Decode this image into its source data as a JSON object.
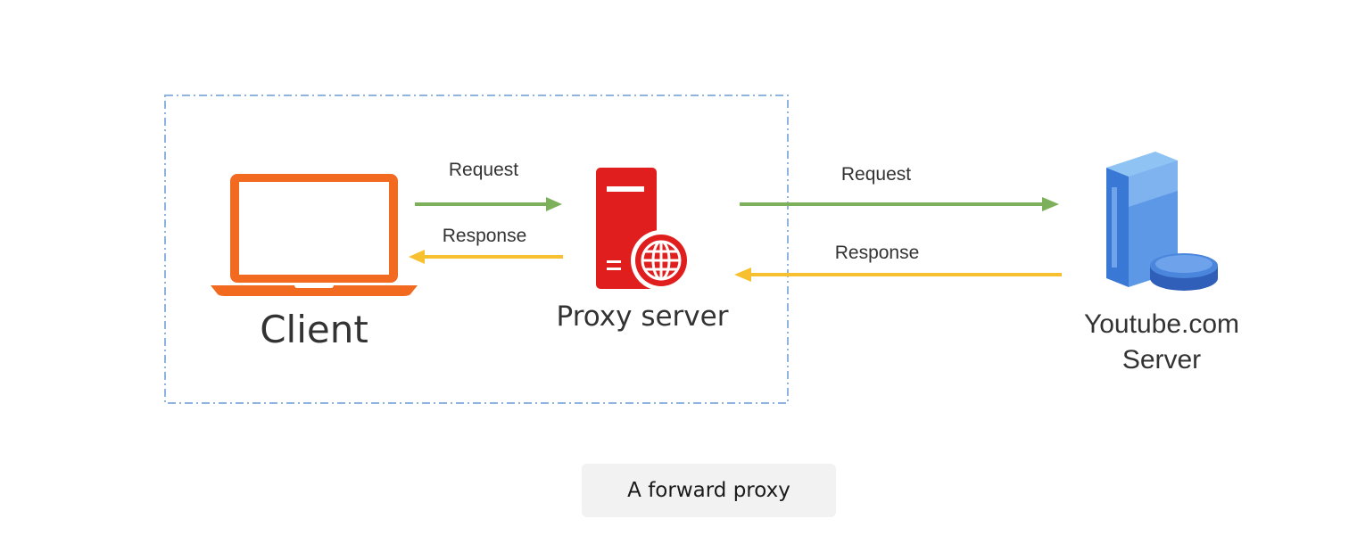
{
  "diagram": {
    "client_label": "Client",
    "proxy_label": "Proxy server",
    "server_label_line1": "Youtube.com",
    "server_label_line2": "Server",
    "left_request_label": "Request",
    "left_response_label": "Response",
    "right_request_label": "Request",
    "right_response_label": "Response"
  },
  "caption": "A forward proxy",
  "colors": {
    "request_arrow": "#7cb05a",
    "response_arrow": "#f7c030",
    "laptop": "#f26a1f",
    "proxy": "#e01e1e",
    "server_blue": "#3a78d6",
    "boundary": "#8fb4e0"
  }
}
